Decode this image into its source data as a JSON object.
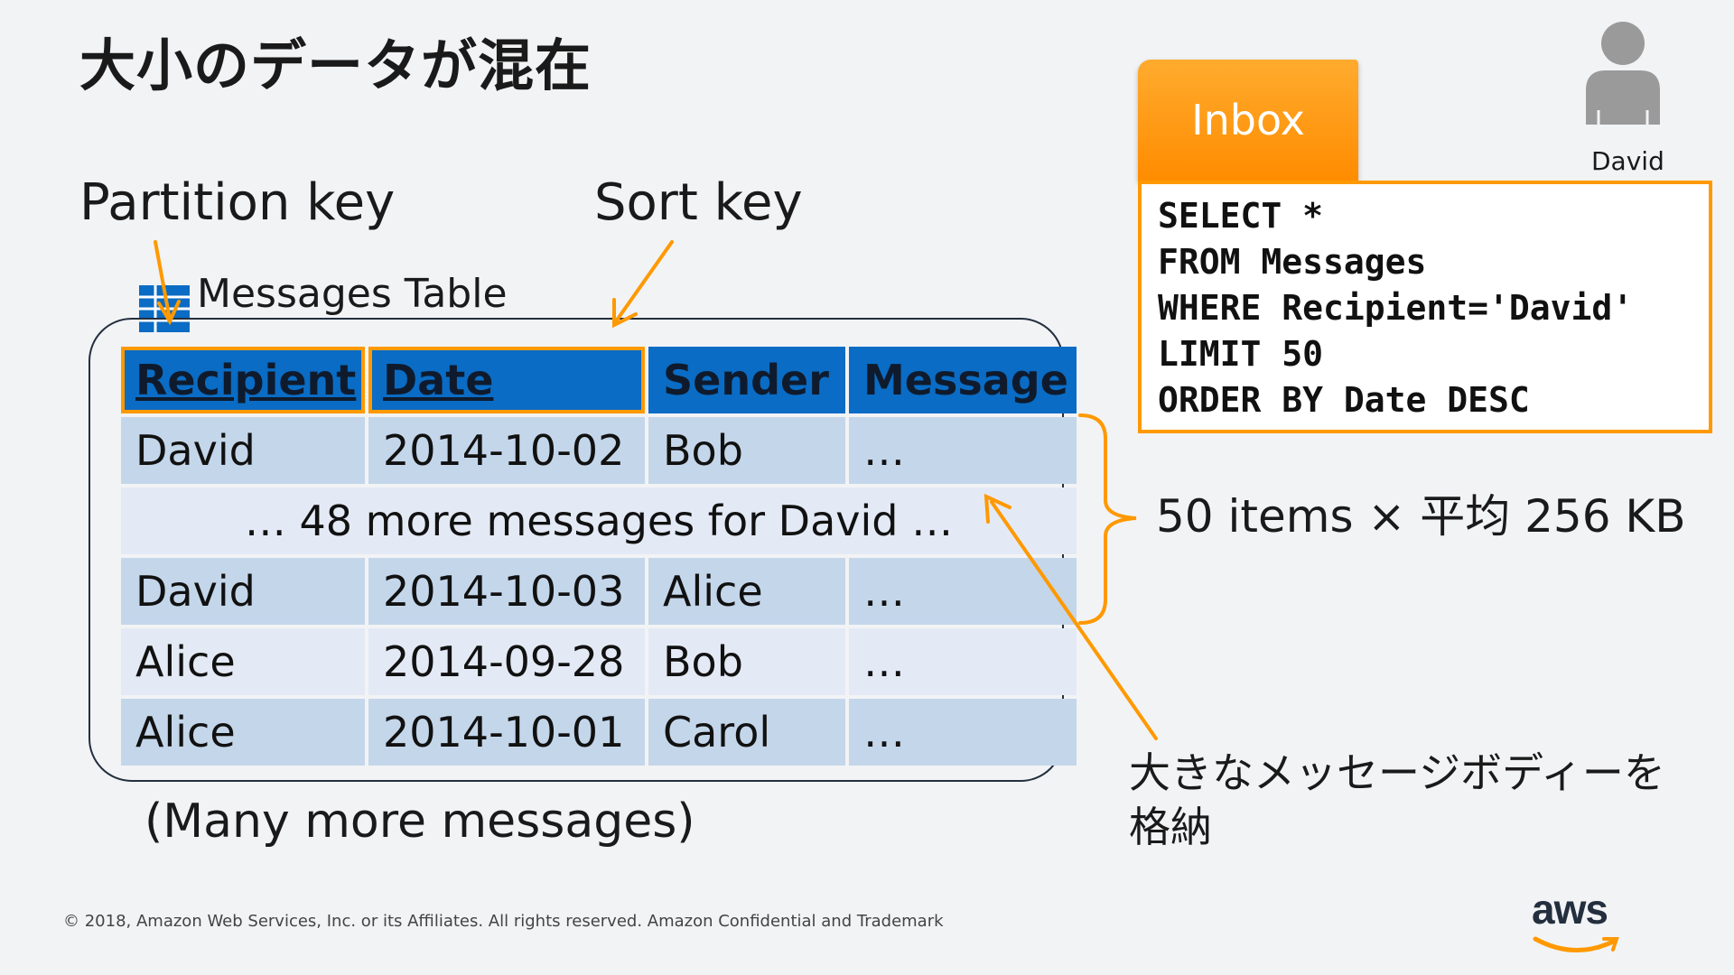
{
  "title": "大小のデータが混在",
  "labels": {
    "partition_key": "Partition key",
    "sort_key": "Sort key",
    "table_caption": "Messages Table",
    "more_messages": "(Many more messages)",
    "items_summary": "50 items × 平均 256 KB",
    "body_note_line1": "大きなメッセージボディーを",
    "body_note_line2": "格納"
  },
  "table": {
    "headers": [
      "Recipient",
      "Date",
      "Sender",
      "Message"
    ],
    "row1": [
      "David",
      "2014-10-02",
      "Bob",
      "…"
    ],
    "span_row": "… 48 more messages for David …",
    "row3": [
      "David",
      "2014-10-03",
      "Alice",
      "…"
    ],
    "row4": [
      "Alice",
      "2014-09-28",
      "Bob",
      "…"
    ],
    "row5": [
      "Alice",
      "2014-10-01",
      "Carol",
      "…"
    ]
  },
  "inbox": {
    "tab_label": "Inbox",
    "user_name": "David",
    "query_lines": [
      "SELECT *",
      "FROM Messages",
      "WHERE Recipient='David'",
      "LIMIT 50",
      "ORDER BY Date DESC"
    ]
  },
  "footer": {
    "copyright": "© 2018, Amazon Web Services, Inc. or its Affiliates. All rights reserved. Amazon Confidential and Trademark",
    "logo_text": "aws"
  },
  "colors": {
    "accent_orange": "#ff9900",
    "header_blue": "#0a6cc4",
    "row_dark": "#c4d6ea",
    "row_light": "#e4eaf5"
  },
  "icons": [
    "table-icon",
    "user-icon",
    "aws-logo"
  ]
}
